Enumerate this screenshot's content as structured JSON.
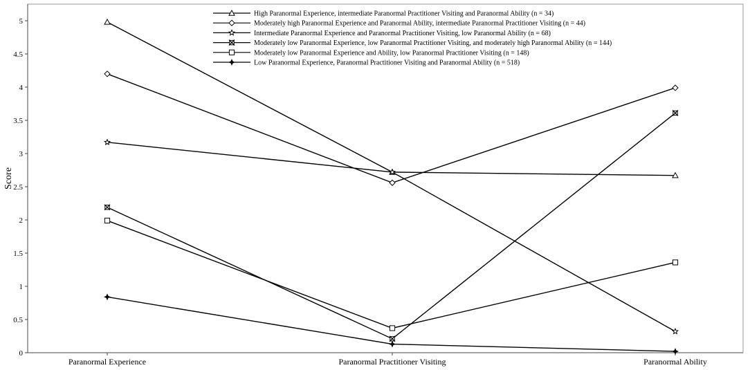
{
  "chart_data": {
    "type": "line",
    "ylabel": "Score",
    "xlabel": "",
    "categories": [
      "Paranormal Experience",
      "Paranormal Practitioner Visiting",
      "Paranormal Ability"
    ],
    "y_ticks": [
      "0",
      "0.5",
      "1",
      "1.5",
      "2",
      "2.5",
      "3",
      "3.5",
      "4",
      "4.5",
      "5"
    ],
    "ylim": [
      0,
      5.25
    ],
    "grid": false,
    "legend_position": "top-center",
    "line_color": "#000000",
    "series": [
      {
        "name": "High Paranormal Experience, intermediate Paranormal Practitioner Visiting and Paranormal Ability (n = 34)",
        "marker": "triangle",
        "values": [
          4.98,
          2.72,
          2.67
        ]
      },
      {
        "name": "Moderately high Paranormal Experience and Paranormal Ability, intermediate Paranormal Practitioner Visiting (n = 44)",
        "marker": "diamond",
        "values": [
          4.2,
          2.56,
          3.99
        ]
      },
      {
        "name": "Intermediate Paranormal Experience and Paranormal Practitioner Visiting, low Paranormal Ability (n = 68)",
        "marker": "star",
        "values": [
          3.17,
          2.72,
          0.32
        ]
      },
      {
        "name": "Moderately low Paranormal Experience, low Paranormal Practitioner Visiting, and moderately high Paranormal Ability (n = 144)",
        "marker": "square-x",
        "values": [
          2.19,
          0.21,
          3.61
        ]
      },
      {
        "name": "Moderately low Paranormal Experience and Ability, low Paranormal Practitioner Visiting (n = 148)",
        "marker": "square",
        "values": [
          1.99,
          0.37,
          1.36
        ]
      },
      {
        "name": "Low Paranormal Experience, Paranormal Practitioner Visiting and Paranormal Ability (n = 518)",
        "marker": "four-point-star",
        "values": [
          0.84,
          0.13,
          0.02
        ]
      }
    ]
  }
}
